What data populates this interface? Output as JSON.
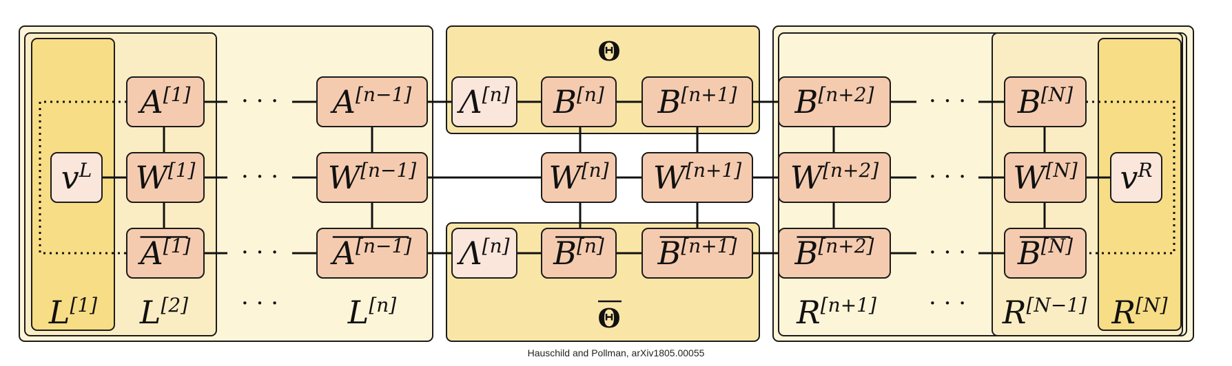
{
  "colors": {
    "pale_yellow": "#fdf5d8",
    "light_yellow": "#fbedc3",
    "mid_yellow": "#f9e6a6",
    "strong_yellow": "#f7dd85",
    "node": "#f5cbaf",
    "node_light": "#fbe6dc"
  },
  "nodes": {
    "vL": {
      "base": "v",
      "sup": "L"
    },
    "vR": {
      "base": "v",
      "sup": "R"
    },
    "A1": {
      "base": "A",
      "sup": "[1]"
    },
    "An1": {
      "base": "A",
      "sup": "[n−1]"
    },
    "A1c": {
      "base": "A",
      "sup": "[1]"
    },
    "An1c": {
      "base": "A",
      "sup": "[n−1]"
    },
    "W1": {
      "base": "W",
      "sup": "[1]"
    },
    "Wn1": {
      "base": "W",
      "sup": "[n−1]"
    },
    "Wn": {
      "base": "W",
      "sup": "[n]"
    },
    "Wnp1": {
      "base": "W",
      "sup": "[n+1]"
    },
    "Wnp2": {
      "base": "W",
      "sup": "[n+2]"
    },
    "WN": {
      "base": "W",
      "sup": "[N]"
    },
    "Lam_top": {
      "base": "Λ",
      "sup": "[n]"
    },
    "Lam_bot": {
      "base": "Λ",
      "sup": "[n]"
    },
    "Bn": {
      "base": "B",
      "sup": "[n]"
    },
    "Bnp1": {
      "base": "B",
      "sup": "[n+1]"
    },
    "Bnp2": {
      "base": "B",
      "sup": "[n+2]"
    },
    "BN": {
      "base": "B",
      "sup": "[N]"
    },
    "Bnc": {
      "base": "B",
      "sup": "[n]"
    },
    "Bnp1c": {
      "base": "B",
      "sup": "[n+1]"
    },
    "Bnp2c": {
      "base": "B",
      "sup": "[n+2]"
    },
    "BNc": {
      "base": "B",
      "sup": "[N]"
    }
  },
  "env_labels": {
    "L1": {
      "base": "L",
      "sup": "[1]"
    },
    "L2": {
      "base": "L",
      "sup": "[2]"
    },
    "Ln": {
      "base": "L",
      "sup": "[n]"
    },
    "Rn1": {
      "base": "R",
      "sup": "[n+1]"
    },
    "RN1": {
      "base": "R",
      "sup": "[N−1]"
    },
    "RN": {
      "base": "R",
      "sup": "[N]"
    }
  },
  "theta": "Θ",
  "theta_bar": "Θ",
  "ellipsis": "· · ·",
  "caption": "Hauschild and Pollman, arXiv1805.00055"
}
